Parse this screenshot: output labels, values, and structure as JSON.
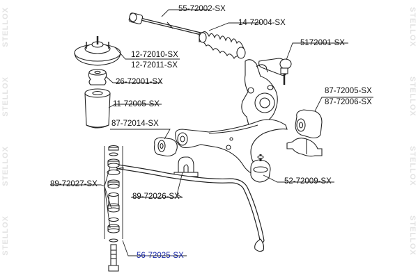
{
  "labels": {
    "p55_72002": "55-72002-SX",
    "p14_72004": "14-72004-SX",
    "p5172001": "5172001-SX",
    "p12_72010": "12-72010-SX",
    "p12_72011": "12-72011-SX",
    "p26_72001": "26-72001-SX",
    "p87_72005": "87-72005-SX",
    "p87_72006": "87-72006-SX",
    "p11_72005": "11-72005-SX",
    "p87_72014": "87-72014-SX",
    "p89_72027": "89-72027-SX",
    "p89_72026": "89-72026-SX",
    "p52_72009": "52-72009-SX",
    "p56_72025": "56-72025-SX"
  },
  "watermark": "STELLOX",
  "colors": {
    "line": "#222222",
    "highlight": "#1a2aa8",
    "watermark": "#e3e3e3"
  }
}
